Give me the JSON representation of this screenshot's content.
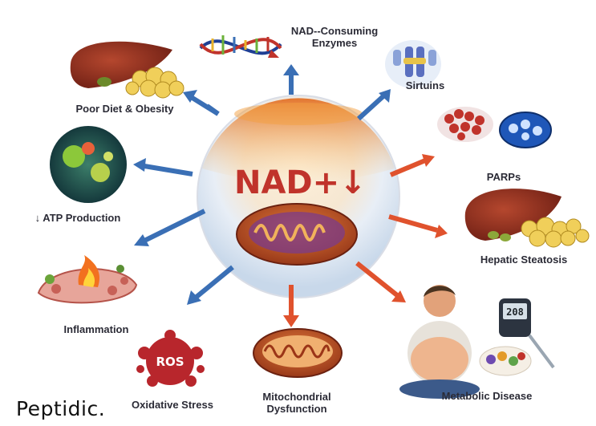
{
  "center": {
    "title": "NAD+",
    "title_arrow": "↓"
  },
  "brand": "Peptidic.",
  "nodes": {
    "enzymes": {
      "line1": "NAD--Consuming",
      "line2": "Enzymes"
    },
    "sirtuins": "Sirtuins",
    "parps": "PARPs",
    "hepatic": "Hepatic Steatosis",
    "metabolic": "Metabolic Disease",
    "mito": {
      "line1": "Mitochondrial",
      "line2": "Dysfunction"
    },
    "oxidative": "Oxidative Stress",
    "ros": "ROS",
    "inflammation": "Inflammation",
    "atp": "↓ ATP Production",
    "poor_diet": "Poor Diet & Obesity"
  },
  "glucometer": "208",
  "colors": {
    "blue_arrow": "#3a6fb5",
    "orange_arrow": "#e0522d",
    "title_red": "#c0332b"
  }
}
